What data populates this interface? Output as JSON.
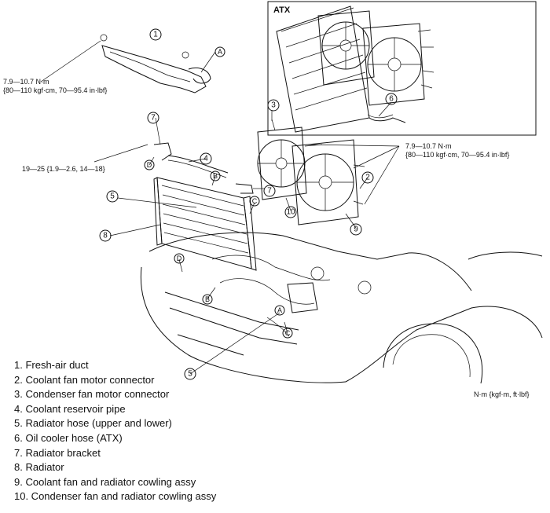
{
  "atx_box": {
    "label": "ATX"
  },
  "torque_specs": [
    {
      "id": "t1",
      "line1": "7.9—10.7 N·m",
      "line2": "{80—110 kgf·cm, 70—95.4 in·lbf}"
    },
    {
      "id": "t2",
      "line1": "19—25 {1.9—2.6, 14—18}"
    },
    {
      "id": "t3",
      "line1": "7.9—10.7 N·m",
      "line2": "{80—110 kgf·cm, 70—95.4 in·lbf}"
    }
  ],
  "callouts": {
    "numbers": [
      "1",
      "2",
      "3",
      "4",
      "5",
      "6",
      "7",
      "8",
      "9",
      "10"
    ],
    "letters": [
      "A",
      "B",
      "C",
      "D"
    ]
  },
  "legend": [
    "1. Fresh-air duct",
    "2. Coolant fan motor connector",
    "3. Condenser fan motor connector",
    "4. Coolant reservoir pipe",
    "5. Radiator hose (upper and lower)",
    "6. Oil cooler hose (ATX)",
    "7. Radiator bracket",
    "8. Radiator",
    "9. Coolant fan and radiator cowling assy",
    "10. Condenser fan  and radiator cowling assy"
  ],
  "units_note": "N·m {kgf·m, ft·lbf}"
}
